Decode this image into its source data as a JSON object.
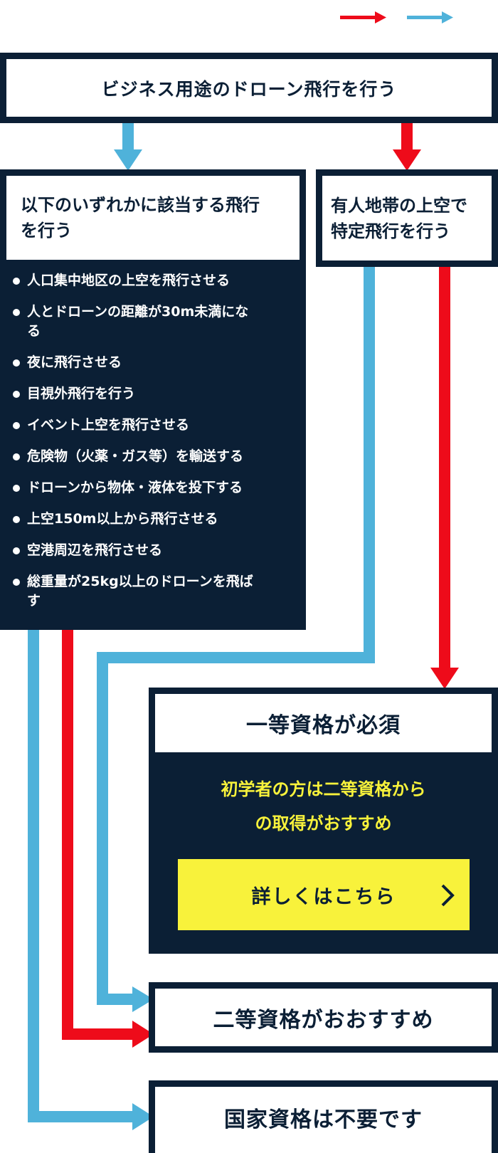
{
  "colors": {
    "navy": "#0b1f35",
    "red_arrow": "#ee0b1a",
    "blue_arrow": "#4fb2da",
    "cta_yellow": "#f8f23b",
    "note_yellow": "#f8f23b"
  },
  "legend": {
    "red_icon": "red-arrow-icon",
    "blue_icon": "blue-arrow-icon"
  },
  "start": {
    "label": "ビジネス用途のドローン飛行を行う"
  },
  "left_condition": {
    "title_line1": "以下のいずれかに該当する飛行",
    "title_line2": "を行う",
    "items": [
      "人口集中地区の上空を飛行させる",
      "人とドローンの距離が30m未満にな\nる",
      "夜に飛行させる",
      "目視外飛行を行う",
      "イベント上空を飛行させる",
      "危険物（火薬・ガス等）を輸送する",
      "ドローンから物体・液体を投下する",
      "上空150m以上から飛行させる",
      "空港周辺を飛行させる",
      "総重量が25kg以上のドローンを飛ば\nす"
    ]
  },
  "right_condition": {
    "line1": "有人地帯の上空で",
    "line2": "特定飛行を行う"
  },
  "first_class": {
    "title": "一等資格が必須",
    "note_line1": "初学者の方は二等資格から",
    "note_line2": "の取得がおすすめ",
    "cta_label": "詳しくはこちら",
    "cta_icon": "chevron-right-icon"
  },
  "second_class": {
    "title": "二等資格がおおすすめ"
  },
  "no_license": {
    "title": "国家資格は不要です"
  }
}
